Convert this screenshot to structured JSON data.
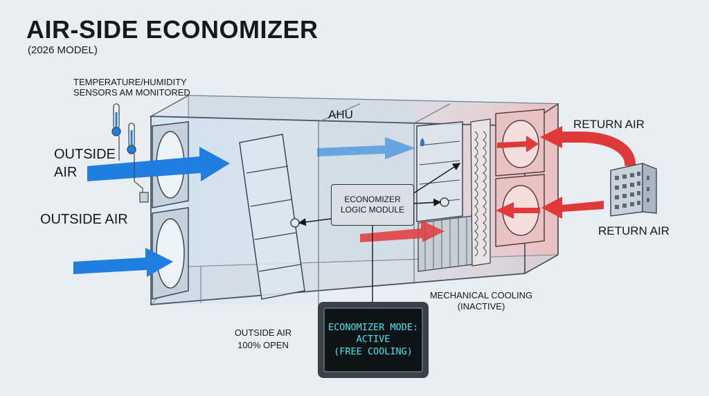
{
  "title": "AIR-SIDE ECONOMIZER",
  "subtitle": "(2026 MODEL)",
  "labels": {
    "sensors_line1": "TEMPERATURE/HUMIDITY",
    "sensors_line2": "SENSORS AM MONITORED",
    "outside_air_top_line1": "OUTSIDE",
    "outside_air_top_line2": "AIR",
    "outside_air_bottom": "OUTSIDE AIR",
    "ahu": "AHU",
    "return_air_top": "RETURN AIR",
    "return_air_bottom": "RETURN AIR",
    "logic_line1": "ECONOMIZER",
    "logic_line2": "LOGIC MODULE",
    "mech_line1": "MECHANICAL COOLING",
    "mech_line2": "(INACTIVE)",
    "damper_line1": "OUTSIDE AIR",
    "damper_line2": "100% OPEN"
  },
  "display": {
    "line1": "ECONOMIZER MODE:",
    "line2": "ACTIVE",
    "line3": "(FREE COOLING)"
  },
  "colors": {
    "outside_air": "#1f7ee0",
    "return_air": "#e0393a",
    "display_text": "#3fe6f0"
  }
}
